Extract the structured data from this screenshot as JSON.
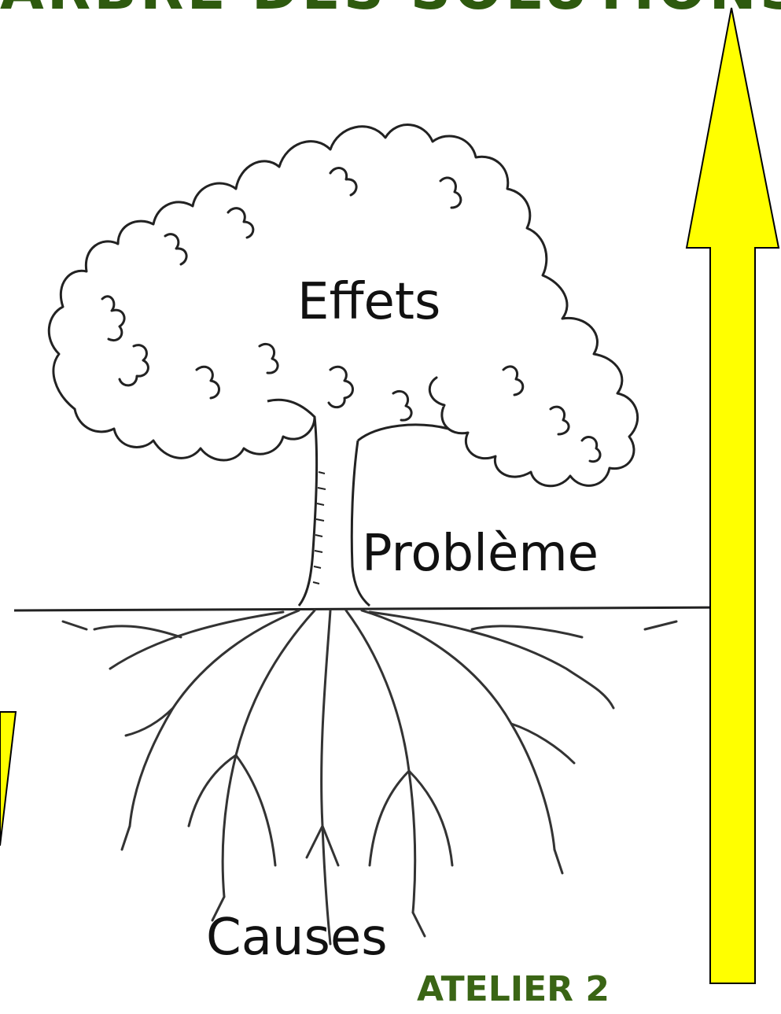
{
  "header": {
    "title": "ARBRE DES SOLUTIONS"
  },
  "diagram": {
    "labels": {
      "effects": "Effets",
      "problem": "Problème",
      "causes": "Causes"
    },
    "arrow_color": "#ffff00",
    "arrow_outline": "#000000",
    "workshop_color": "#3a6515"
  },
  "footer": {
    "workshop": "ATELIER 2"
  }
}
